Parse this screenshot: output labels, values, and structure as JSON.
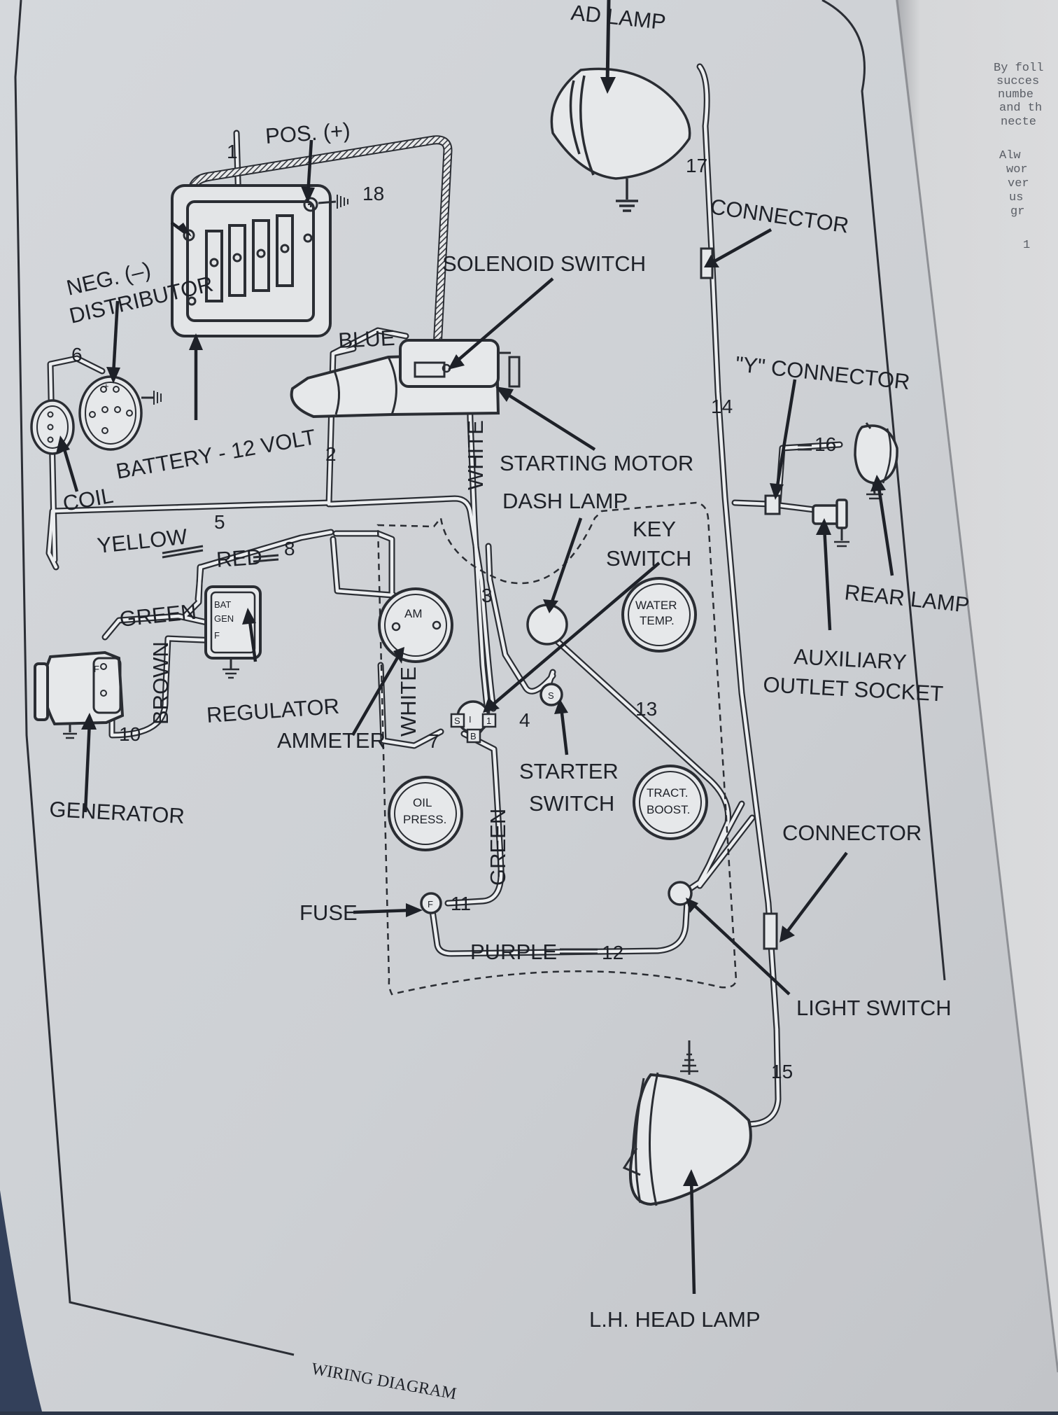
{
  "labels": {
    "head_lamp_top": "AD LAMP",
    "pos": "POS. (+)",
    "neg": "NEG. (–)",
    "distributor": "DISTRIBUTOR",
    "battery": "BATTERY - 12 VOLT",
    "coil": "COIL",
    "blue": "BLUE",
    "solenoid_switch": "SOLENOID SWITCH",
    "white_vertical": "WHITE",
    "starting_motor": "STARTING MOTOR",
    "dash_lamp": "DASH LAMP",
    "key_switch_1": "KEY",
    "key_switch_2": "SWITCH",
    "connector_top": "CONNECTOR",
    "y_connector": "\"Y\" CONNECTOR",
    "rear_lamp": "REAR LAMP",
    "auxiliary_1": "AUXILIARY",
    "auxiliary_2": "OUTLET SOCKET",
    "yellow": "YELLOW",
    "red": "RED",
    "green_gen": "GREEN",
    "brown": "BROWN",
    "regulator": "REGULATOR",
    "generator": "GENERATOR",
    "ammeter": "AMMETER",
    "white_ammeter": "WHITE",
    "starter_switch_1": "STARTER",
    "starter_switch_2": "SWITCH",
    "green_fuse": "GREEN",
    "fuse": "FUSE",
    "purple": "PURPLE",
    "connector_bottom": "CONNECTOR",
    "light_switch": "LIGHT SWITCH",
    "lh_head_lamp": "L.H. HEAD LAMP",
    "footer": "WIRING DIAGRAM"
  },
  "gauges": {
    "ammeter_face": "AM",
    "water_temp_1": "WATER",
    "water_temp_2": "TEMP.",
    "oil_press_1": "OIL",
    "oil_press_2": "PRESS.",
    "tract_boost_1": "TRACT.",
    "tract_boost_2": "BOOST."
  },
  "regulator_terminals": [
    "BAT",
    "GEN",
    "F"
  ],
  "wire_numbers": [
    "1",
    "2",
    "3",
    "4",
    "5",
    "6",
    "7",
    "8",
    "10",
    "11",
    "12",
    "13",
    "14",
    "15",
    "16",
    "17",
    "18"
  ],
  "right_page_text": [
    "By foll",
    "succes",
    "numbe",
    "and th",
    "necte",
    "Alw",
    "wor",
    "ver",
    "us",
    "gr",
    "1"
  ]
}
